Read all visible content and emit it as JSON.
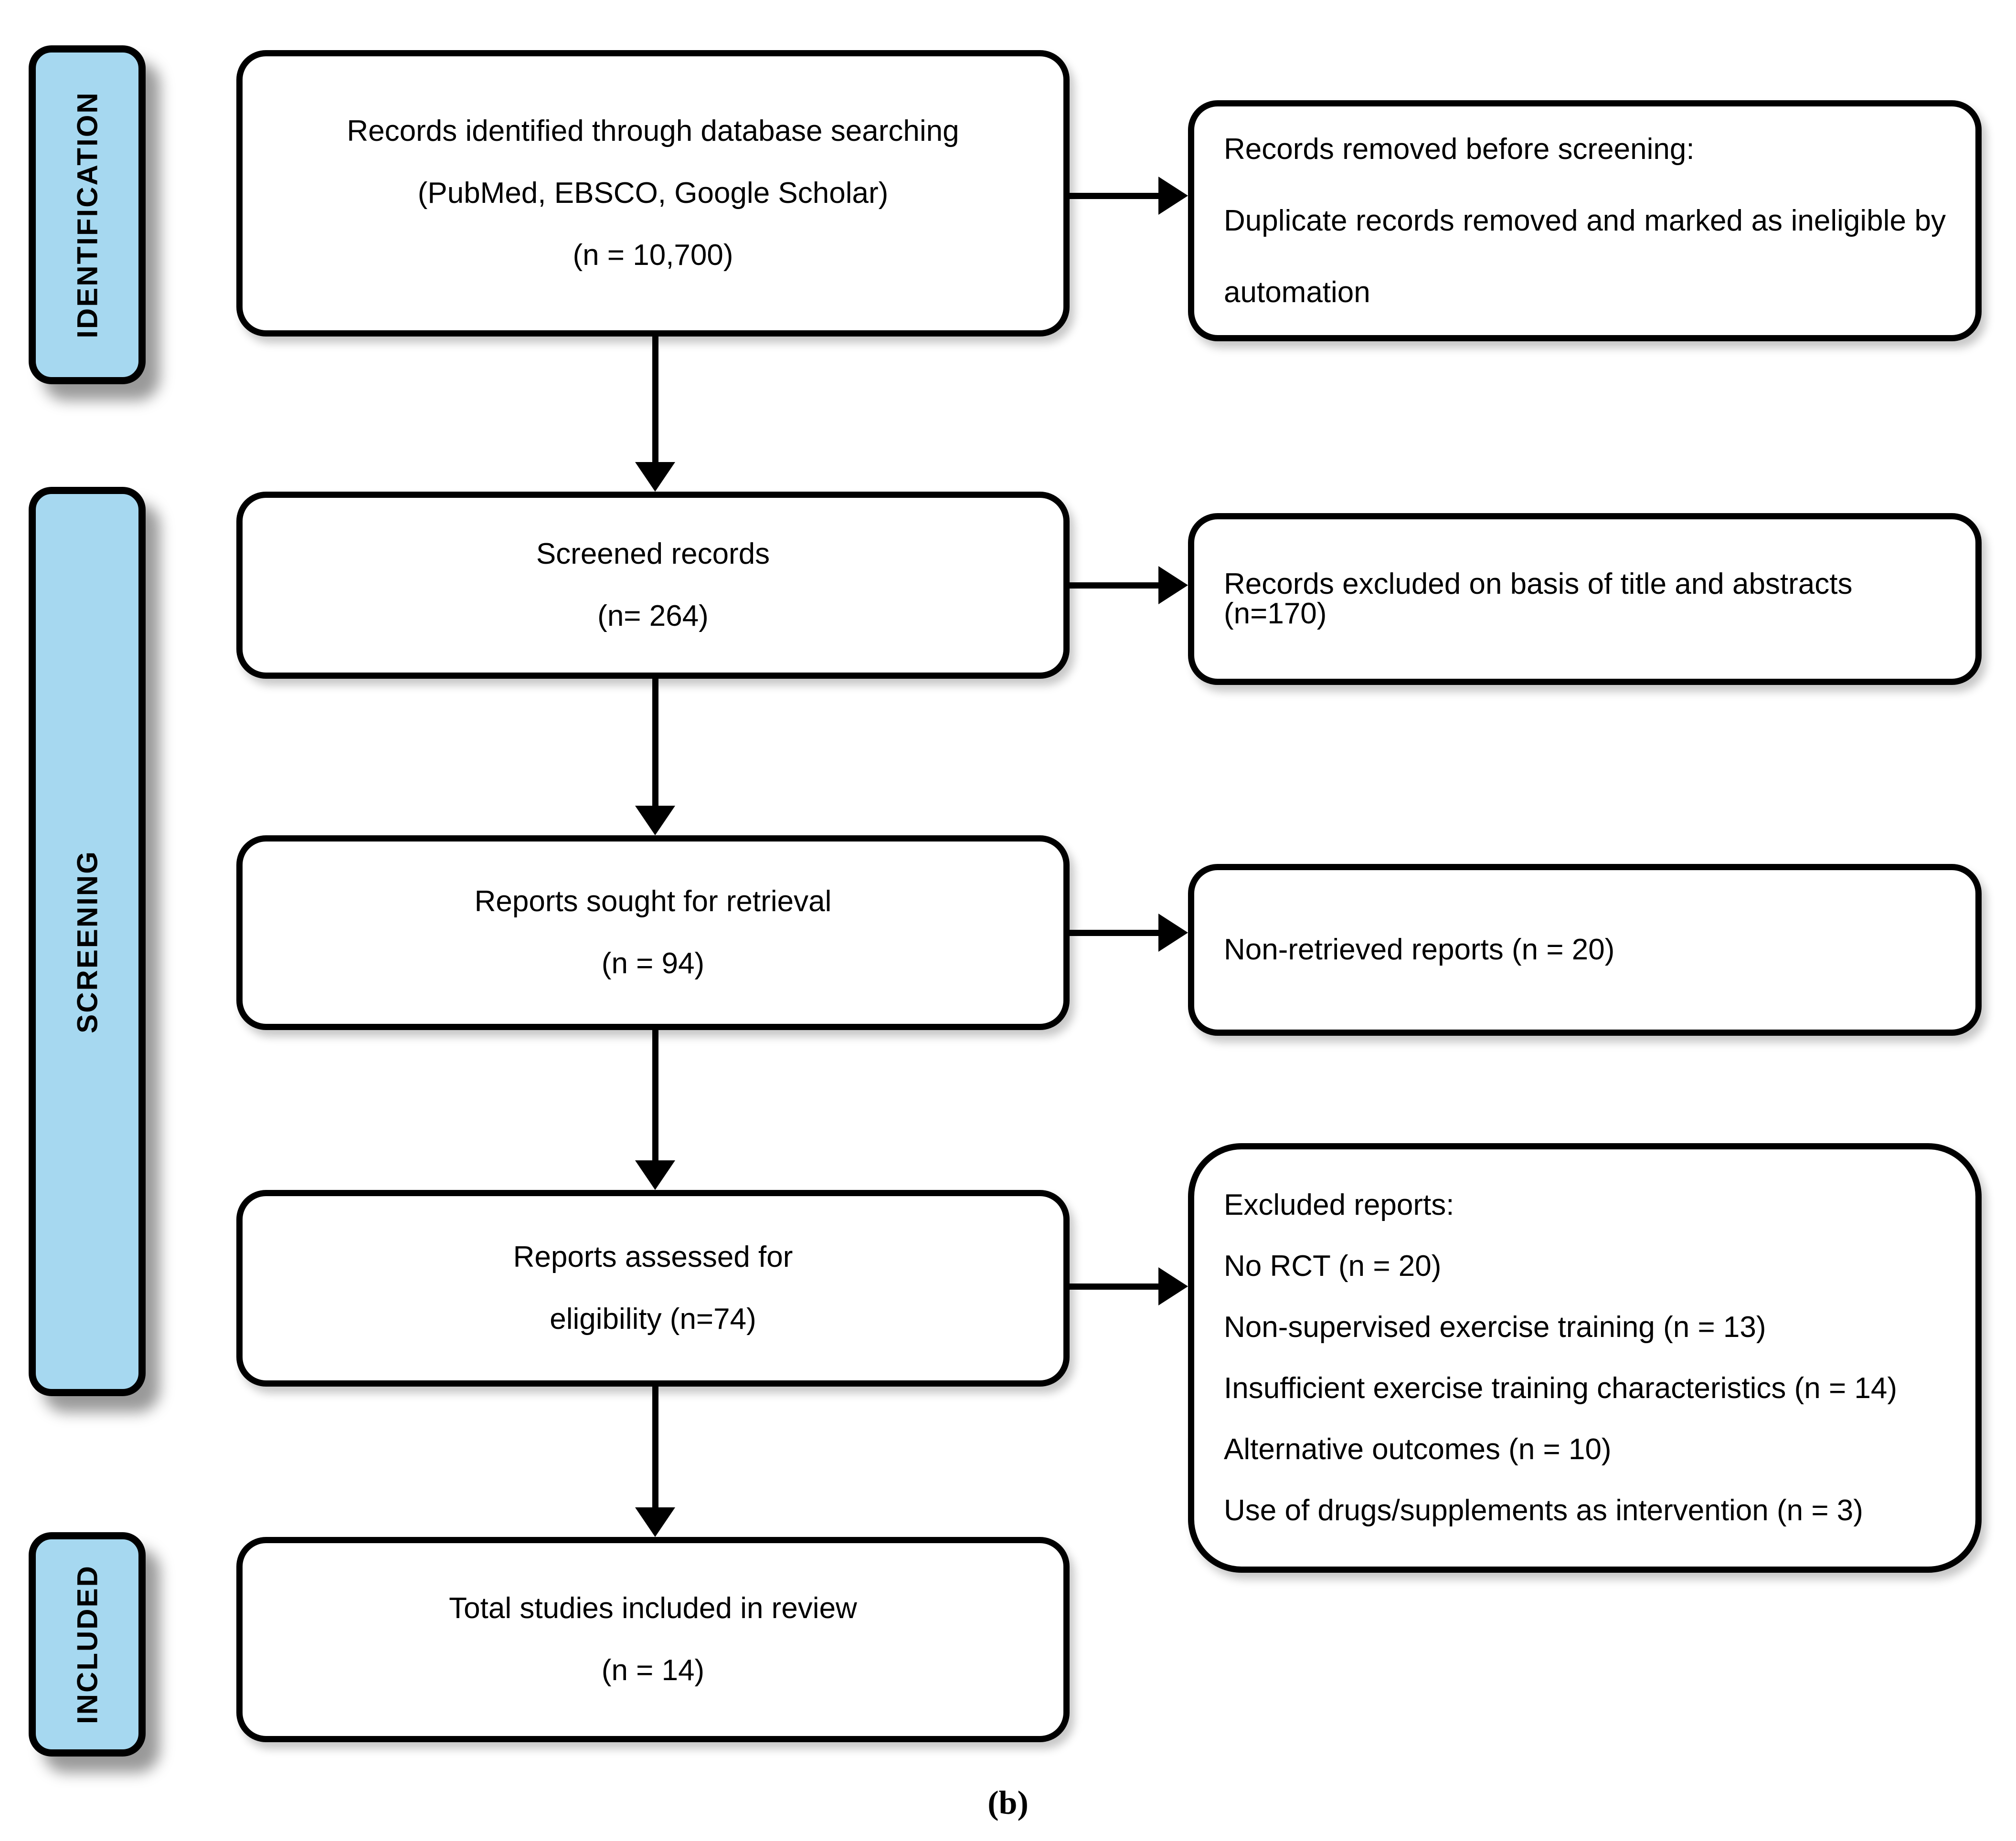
{
  "sidebar": {
    "items": [
      {
        "label": "IDENTIFICATION"
      },
      {
        "label": "SCREENING"
      },
      {
        "label": "INCLUDED"
      }
    ]
  },
  "flow": {
    "identified": {
      "lines": [
        "Records identified through database searching",
        "(PubMed, EBSCO, Google Scholar)",
        "(n = 10,700)"
      ]
    },
    "screened": {
      "lines": [
        "Screened records",
        "(n= 264)"
      ]
    },
    "sought": {
      "lines": [
        "Reports sought for retrieval",
        "(n = 94)"
      ]
    },
    "assessed": {
      "lines": [
        "Reports assessed for",
        "eligibility (n=74)"
      ]
    },
    "included": {
      "lines": [
        "Total studies included in review",
        "(n = 14)"
      ]
    }
  },
  "side_boxes": {
    "removed_before_screening": {
      "lines": [
        "Records removed before screening:",
        "Duplicate records removed and marked as ineligible by",
        "automation"
      ]
    },
    "excluded_title_abstract": {
      "lines": [
        "Records excluded on basis of title and abstracts (n=170)"
      ]
    },
    "non_retrieved": {
      "lines": [
        "Non-retrieved reports (n = 20)"
      ]
    },
    "excluded_reports": {
      "lines": [
        "Excluded reports:",
        "No RCT (n = 20)",
        "Non-supervised exercise training (n = 13)",
        "Insufficient exercise training characteristics (n = 14)",
        "Alternative outcomes (n = 10)",
        "Use of drugs/supplements as intervention (n = 3)"
      ]
    }
  },
  "caption": "(b)",
  "colors": {
    "sidebar_fill": "#A6D8F0",
    "border": "#000000",
    "background": "#FFFFFF"
  }
}
